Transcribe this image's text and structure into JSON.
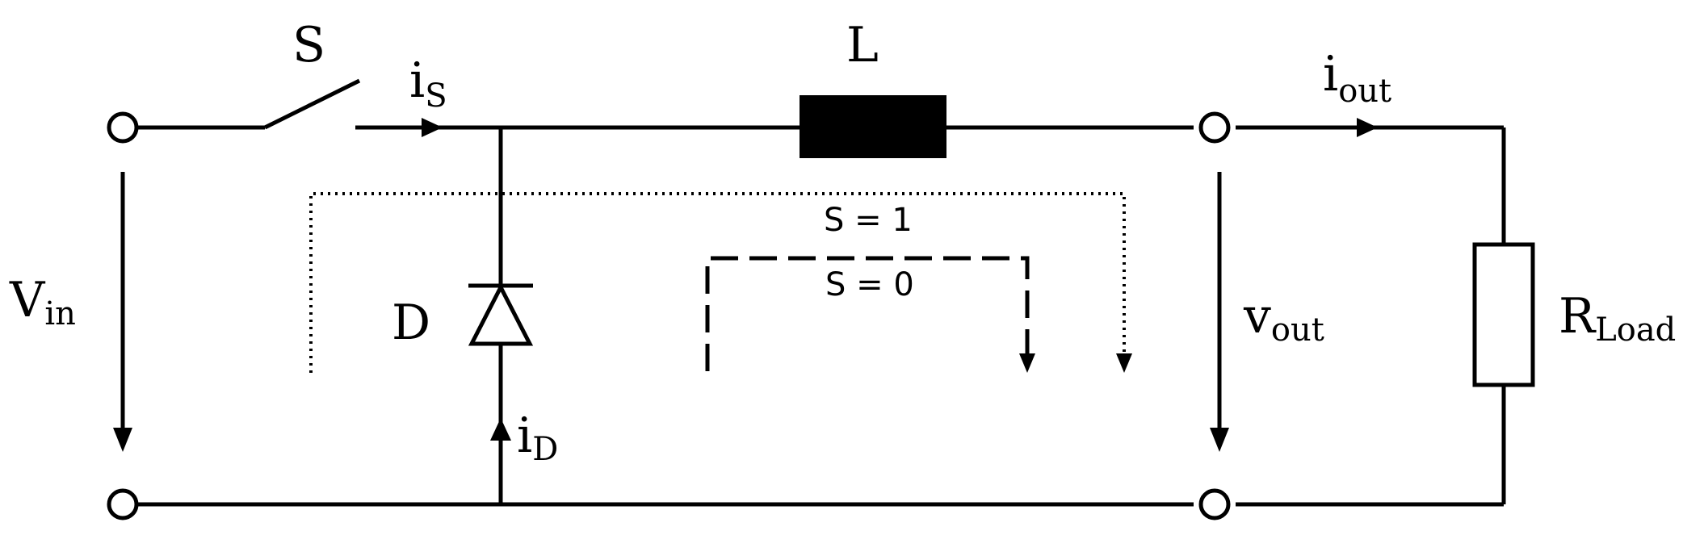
{
  "labels": {
    "switch": "S",
    "inductor": "L",
    "diode": "D",
    "i_s_main": "i",
    "i_s_sub": "S",
    "i_out_main": "i",
    "i_out_sub": "out",
    "i_d_main": "i",
    "i_d_sub": "D",
    "v_in_main": "V",
    "v_in_sub": "in",
    "v_out_main": "v",
    "v_out_sub": "out",
    "r_load_main": "R",
    "r_load_sub": "Load",
    "path_s1": "S = 1",
    "path_s0": "S = 0"
  }
}
